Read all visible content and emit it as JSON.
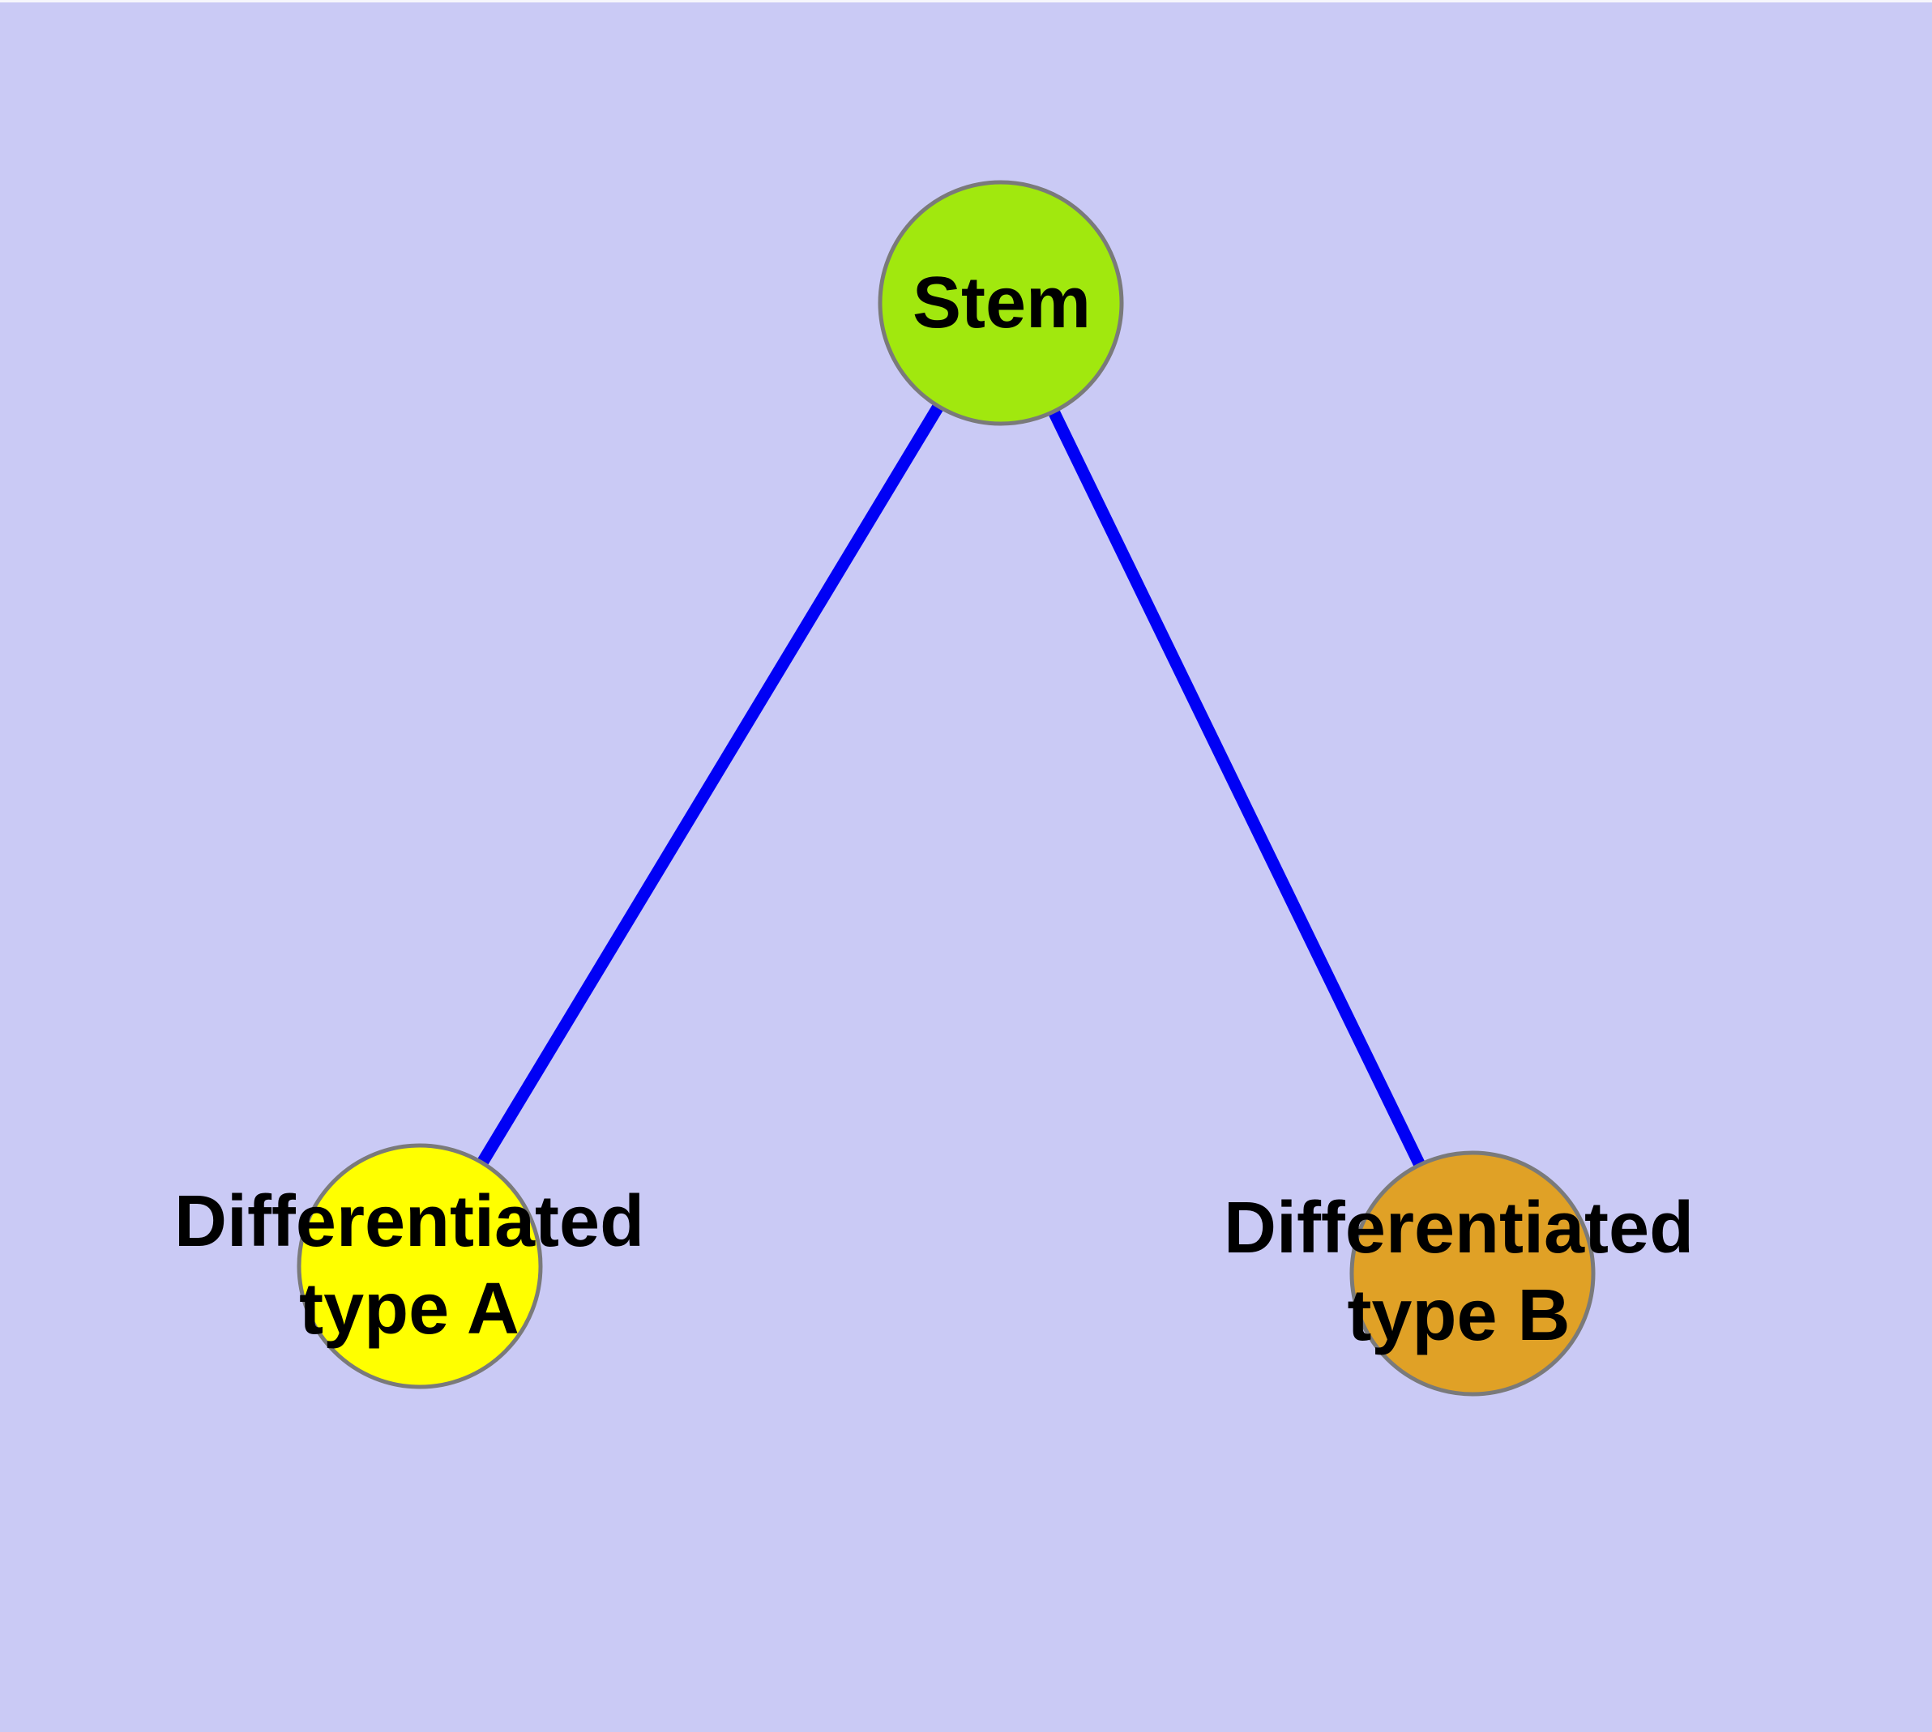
{
  "diagram": {
    "type": "graph",
    "background_color": "#cacaf5",
    "edge_color": "#0000f5",
    "node_border_color": "#7a7a7a",
    "nodes": [
      {
        "id": "stem",
        "label": "Stem",
        "shape": "circle",
        "fill": "#a1e80e"
      },
      {
        "id": "type-a",
        "label": "Differentiated\ntype A",
        "shape": "circle",
        "fill": "#ffff00"
      },
      {
        "id": "type-b",
        "label": "Differentiated\ntype B",
        "shape": "circle",
        "fill": "#e0a126"
      }
    ],
    "edges": [
      {
        "from": "Stem",
        "to": "Differentiated type A"
      },
      {
        "from": "Stem",
        "to": "Differentiated type B"
      }
    ]
  }
}
